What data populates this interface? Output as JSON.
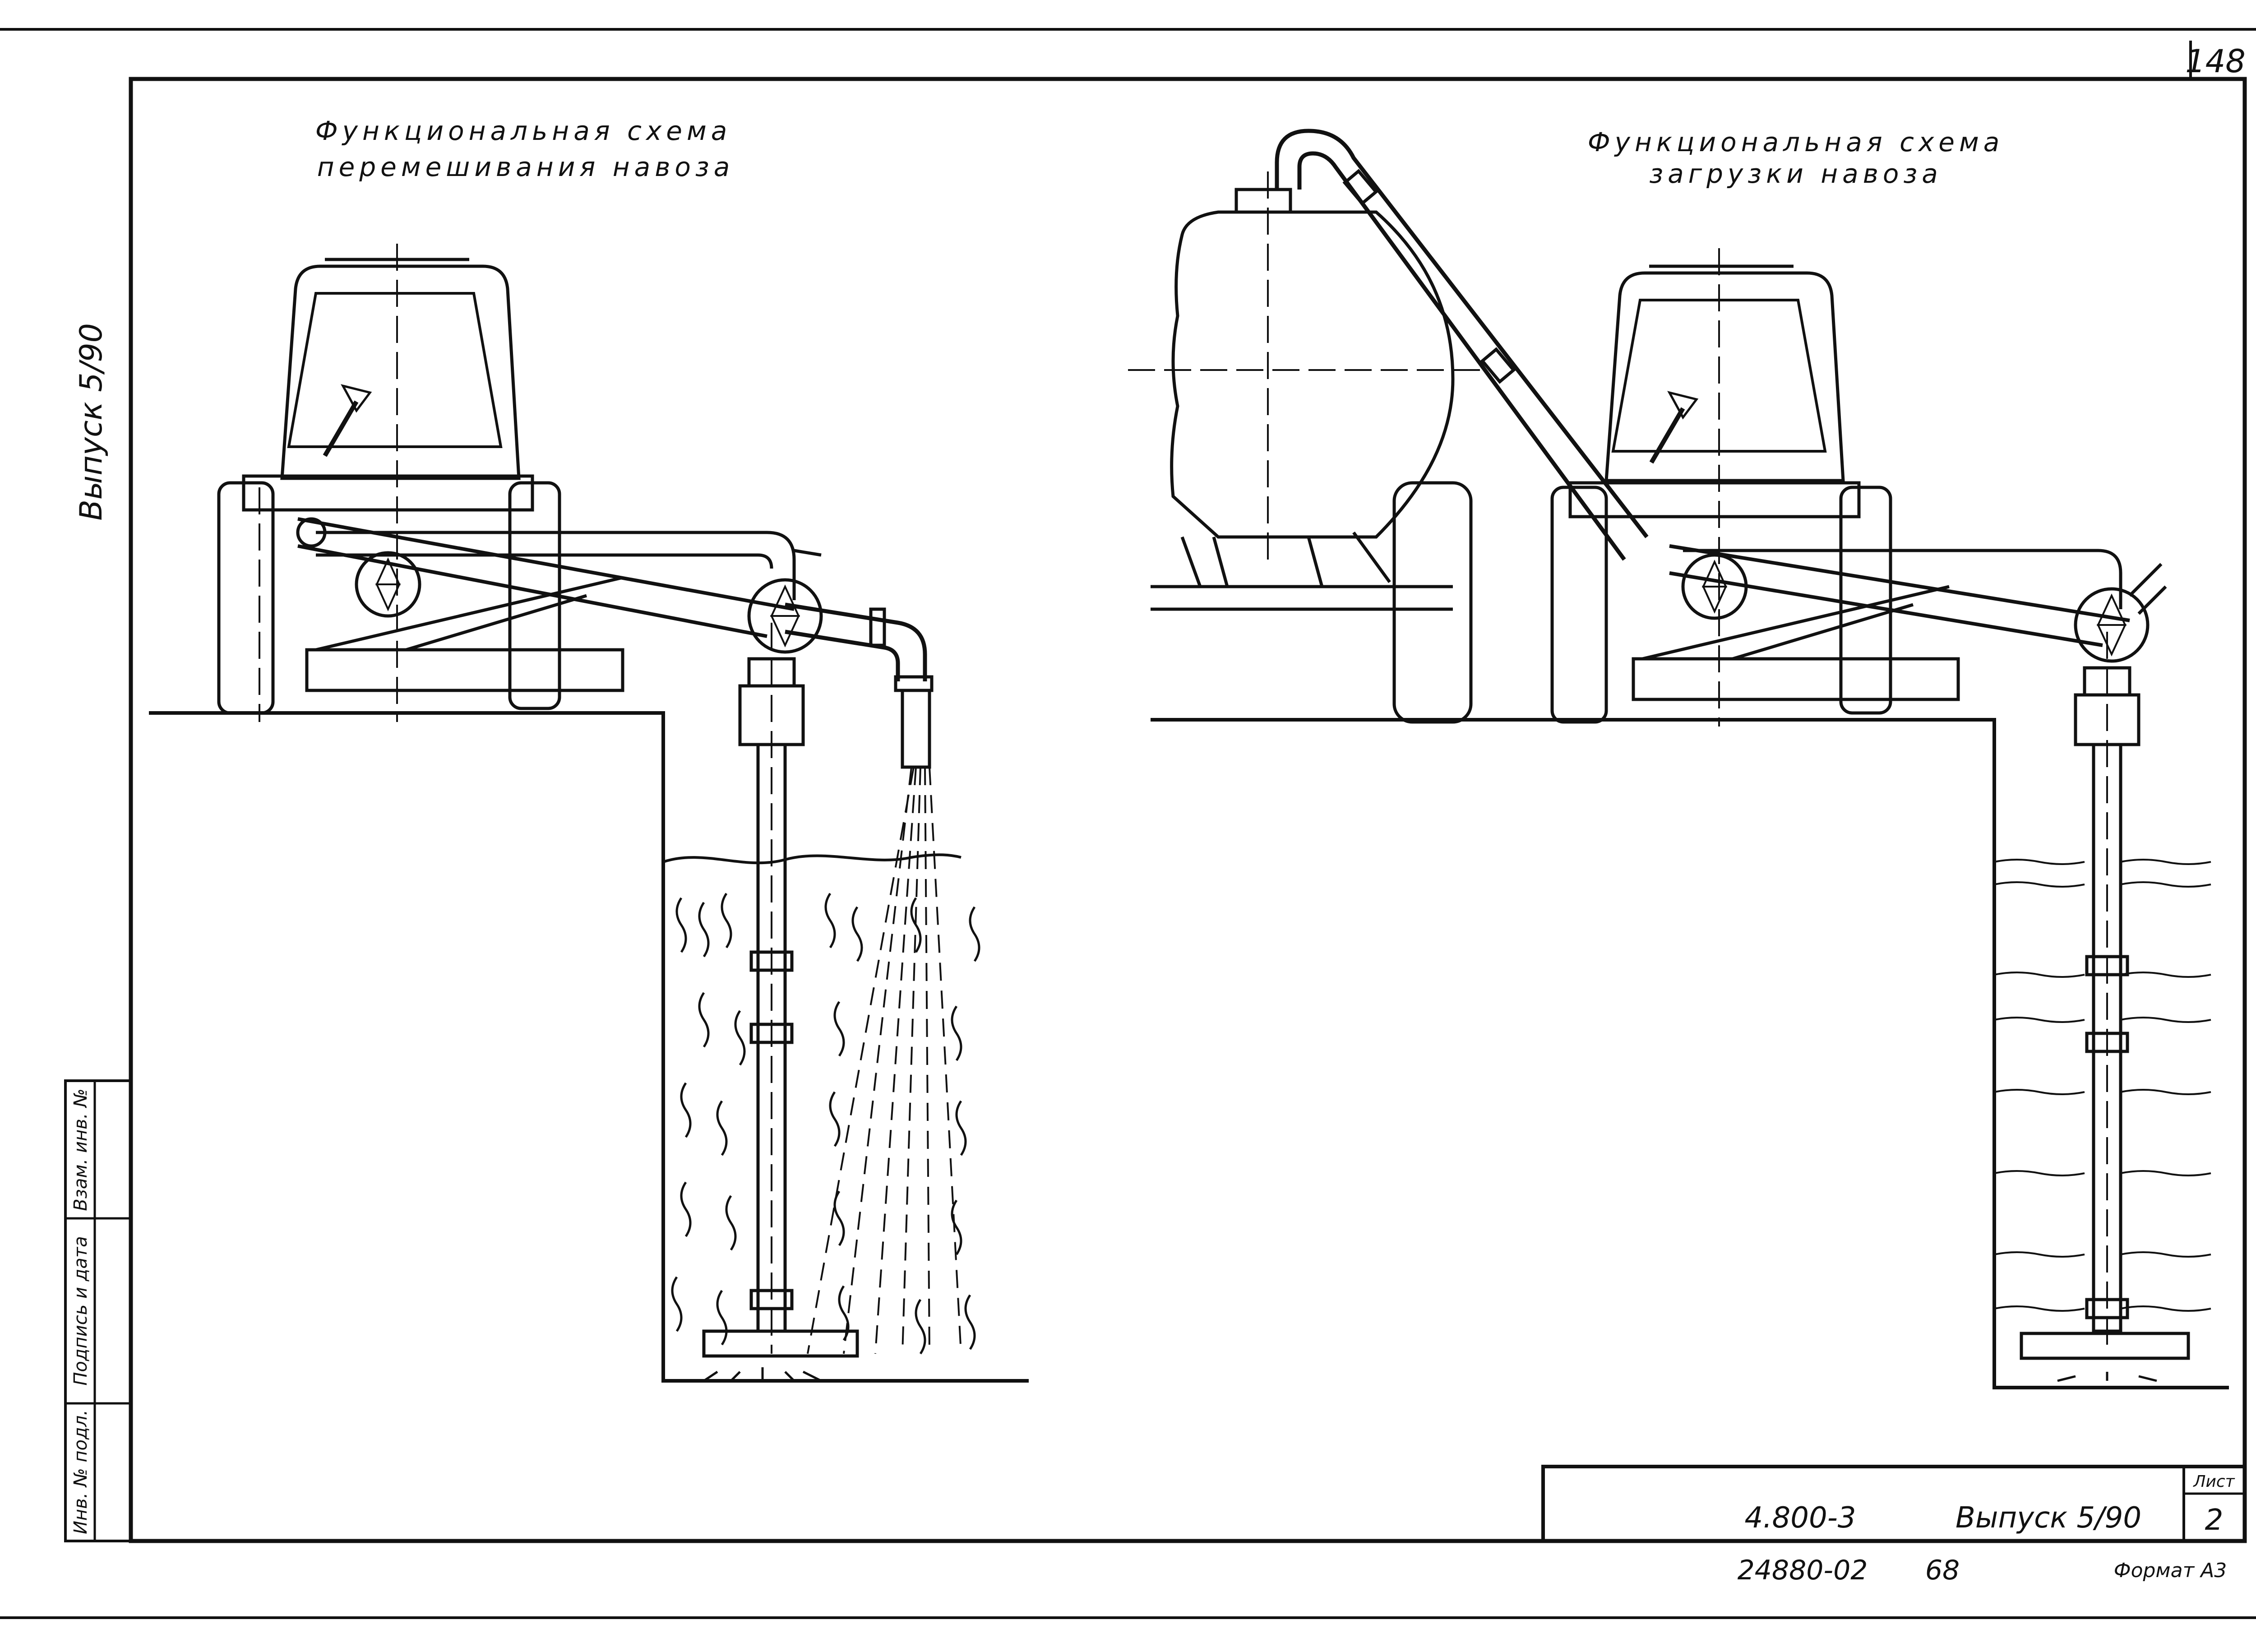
{
  "page_number": "148",
  "side_label": "Выпуск 5/90",
  "left_schema": {
    "title_line1": "Функциональная схема",
    "title_line2": "перемешивания навоза"
  },
  "right_schema": {
    "title_line1": "Функциональная схема",
    "title_line2": "загрузки навоза"
  },
  "stamp_column": [
    "Инв. № подл.",
    "Подпись и дата",
    "Взам. инв. №"
  ],
  "title_block": {
    "sheet_label": "Лист",
    "sheet_number": "2",
    "doc_code": "4.800-3",
    "issue": "Выпуск 5/90"
  },
  "bottom": {
    "archive_number": "24880-02",
    "page_code": "68",
    "format": "Формат А3"
  },
  "colors": {
    "ink": "#111111",
    "paper": "#ffffff"
  }
}
